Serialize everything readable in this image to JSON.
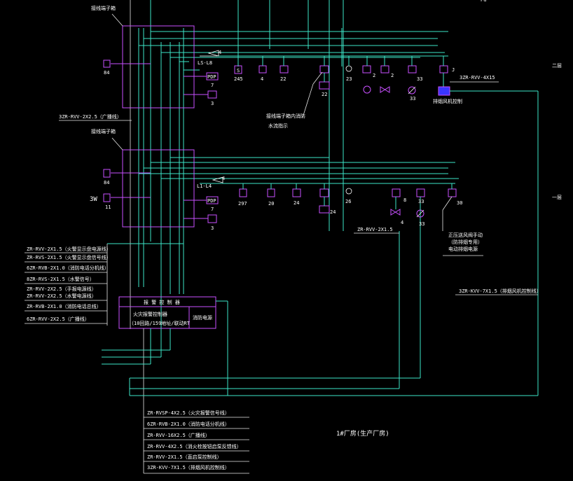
{
  "upper": {
    "box_label": "接线端子箱",
    "box_terminals": [
      "84"
    ],
    "panel_tag": "LS-L8",
    "pdp": "PDP",
    "pdp_num": "7",
    "phone_num": "3",
    "cable_left": "3ZR-RVV-2X2.5（广播线）",
    "devices": [
      {
        "num": "245",
        "kind": "S"
      },
      {
        "num": "4",
        "kind": "I"
      },
      {
        "num": "22",
        "kind": "Y"
      },
      {
        "num": "22",
        "kind": "BB"
      },
      {
        "num": "23",
        "kind": "pie"
      },
      {
        "num": "2",
        "kind": "circle"
      },
      {
        "num": "2",
        "kind": "valve"
      },
      {
        "num": "33",
        "kind": "slash"
      },
      {
        "num": "J",
        "kind": "fan"
      }
    ],
    "fan_cable": "3ZR-RVV-4X15",
    "fan_label": "排烟风机控制",
    "annotation_1": "接线端子箱内消防",
    "annotation_2": "水流指示",
    "amp_num": "4"
  },
  "lower": {
    "box_label": "接线端子箱",
    "box_terminals": [
      "84",
      "11"
    ],
    "side_label": "3W",
    "panel_tag": "L1-L4",
    "pdp": "PDP",
    "pdp_num": "7",
    "phone_num": "3",
    "devices": [
      {
        "num": "297",
        "kind": "S"
      },
      {
        "num": "20",
        "kind": "I"
      },
      {
        "num": "24",
        "kind": "Y"
      },
      {
        "num": "24",
        "kind": "BB"
      },
      {
        "num": "26",
        "kind": "pie"
      },
      {
        "num": "8",
        "kind": "valve"
      },
      {
        "num": "33",
        "kind": "slash"
      },
      {
        "num": "30",
        "kind": "fan"
      }
    ],
    "cable_mid": "ZR-RVV-2X1.5",
    "note_1": "正压送风阀手动",
    "note_2": "（防排烟专用）",
    "note_3": "电动排烟电源",
    "amp_num": "4"
  },
  "floor_labels": {
    "two": "二层",
    "one": "一层"
  },
  "right_cable": "3ZR-KVV-7X1.5（排烟风机控制线）",
  "left_cables": [
    "ZR-RVV-2X1.5（火警显示盘电源线）",
    "ZR-RVS-2X1.5（火警显示盘信号线）",
    "6ZR-RVB-2X1.0（消防电话分机线）",
    "8ZR-RVS-2X1.5（水警信号）",
    "ZR-RVV-2X2.5（手报电源线）",
    "ZR-RVV-2X2.5（水警电源线）",
    "ZR-RVB-2X1.0（消防电话总线）",
    "6ZR-RVV-2X2.5（广播线）"
  ],
  "panel": {
    "title": "报 警 控 制 器",
    "line1": "火灾报警控制器",
    "line2": "（10回路/159地址/联动RT",
    "side": "消防电源"
  },
  "bottom_cables": [
    "ZR-RVSP-4X2.5（火灾报警信号线）",
    "6ZR-RVB-2X1.0（消防电话分机线）",
    "ZR-RVV-16X2.5（广播线）",
    "ZR-RVV-4X2.5（消火栓按钮启泵反馈线）",
    "ZR-RVV-2X1.5（直启泵控制线）",
    "3ZR-KVV-7X1.5（排烟风机控制线）"
  ],
  "footer_title": "1#厂房(生产厂房)",
  "corner_mark": "Pa"
}
